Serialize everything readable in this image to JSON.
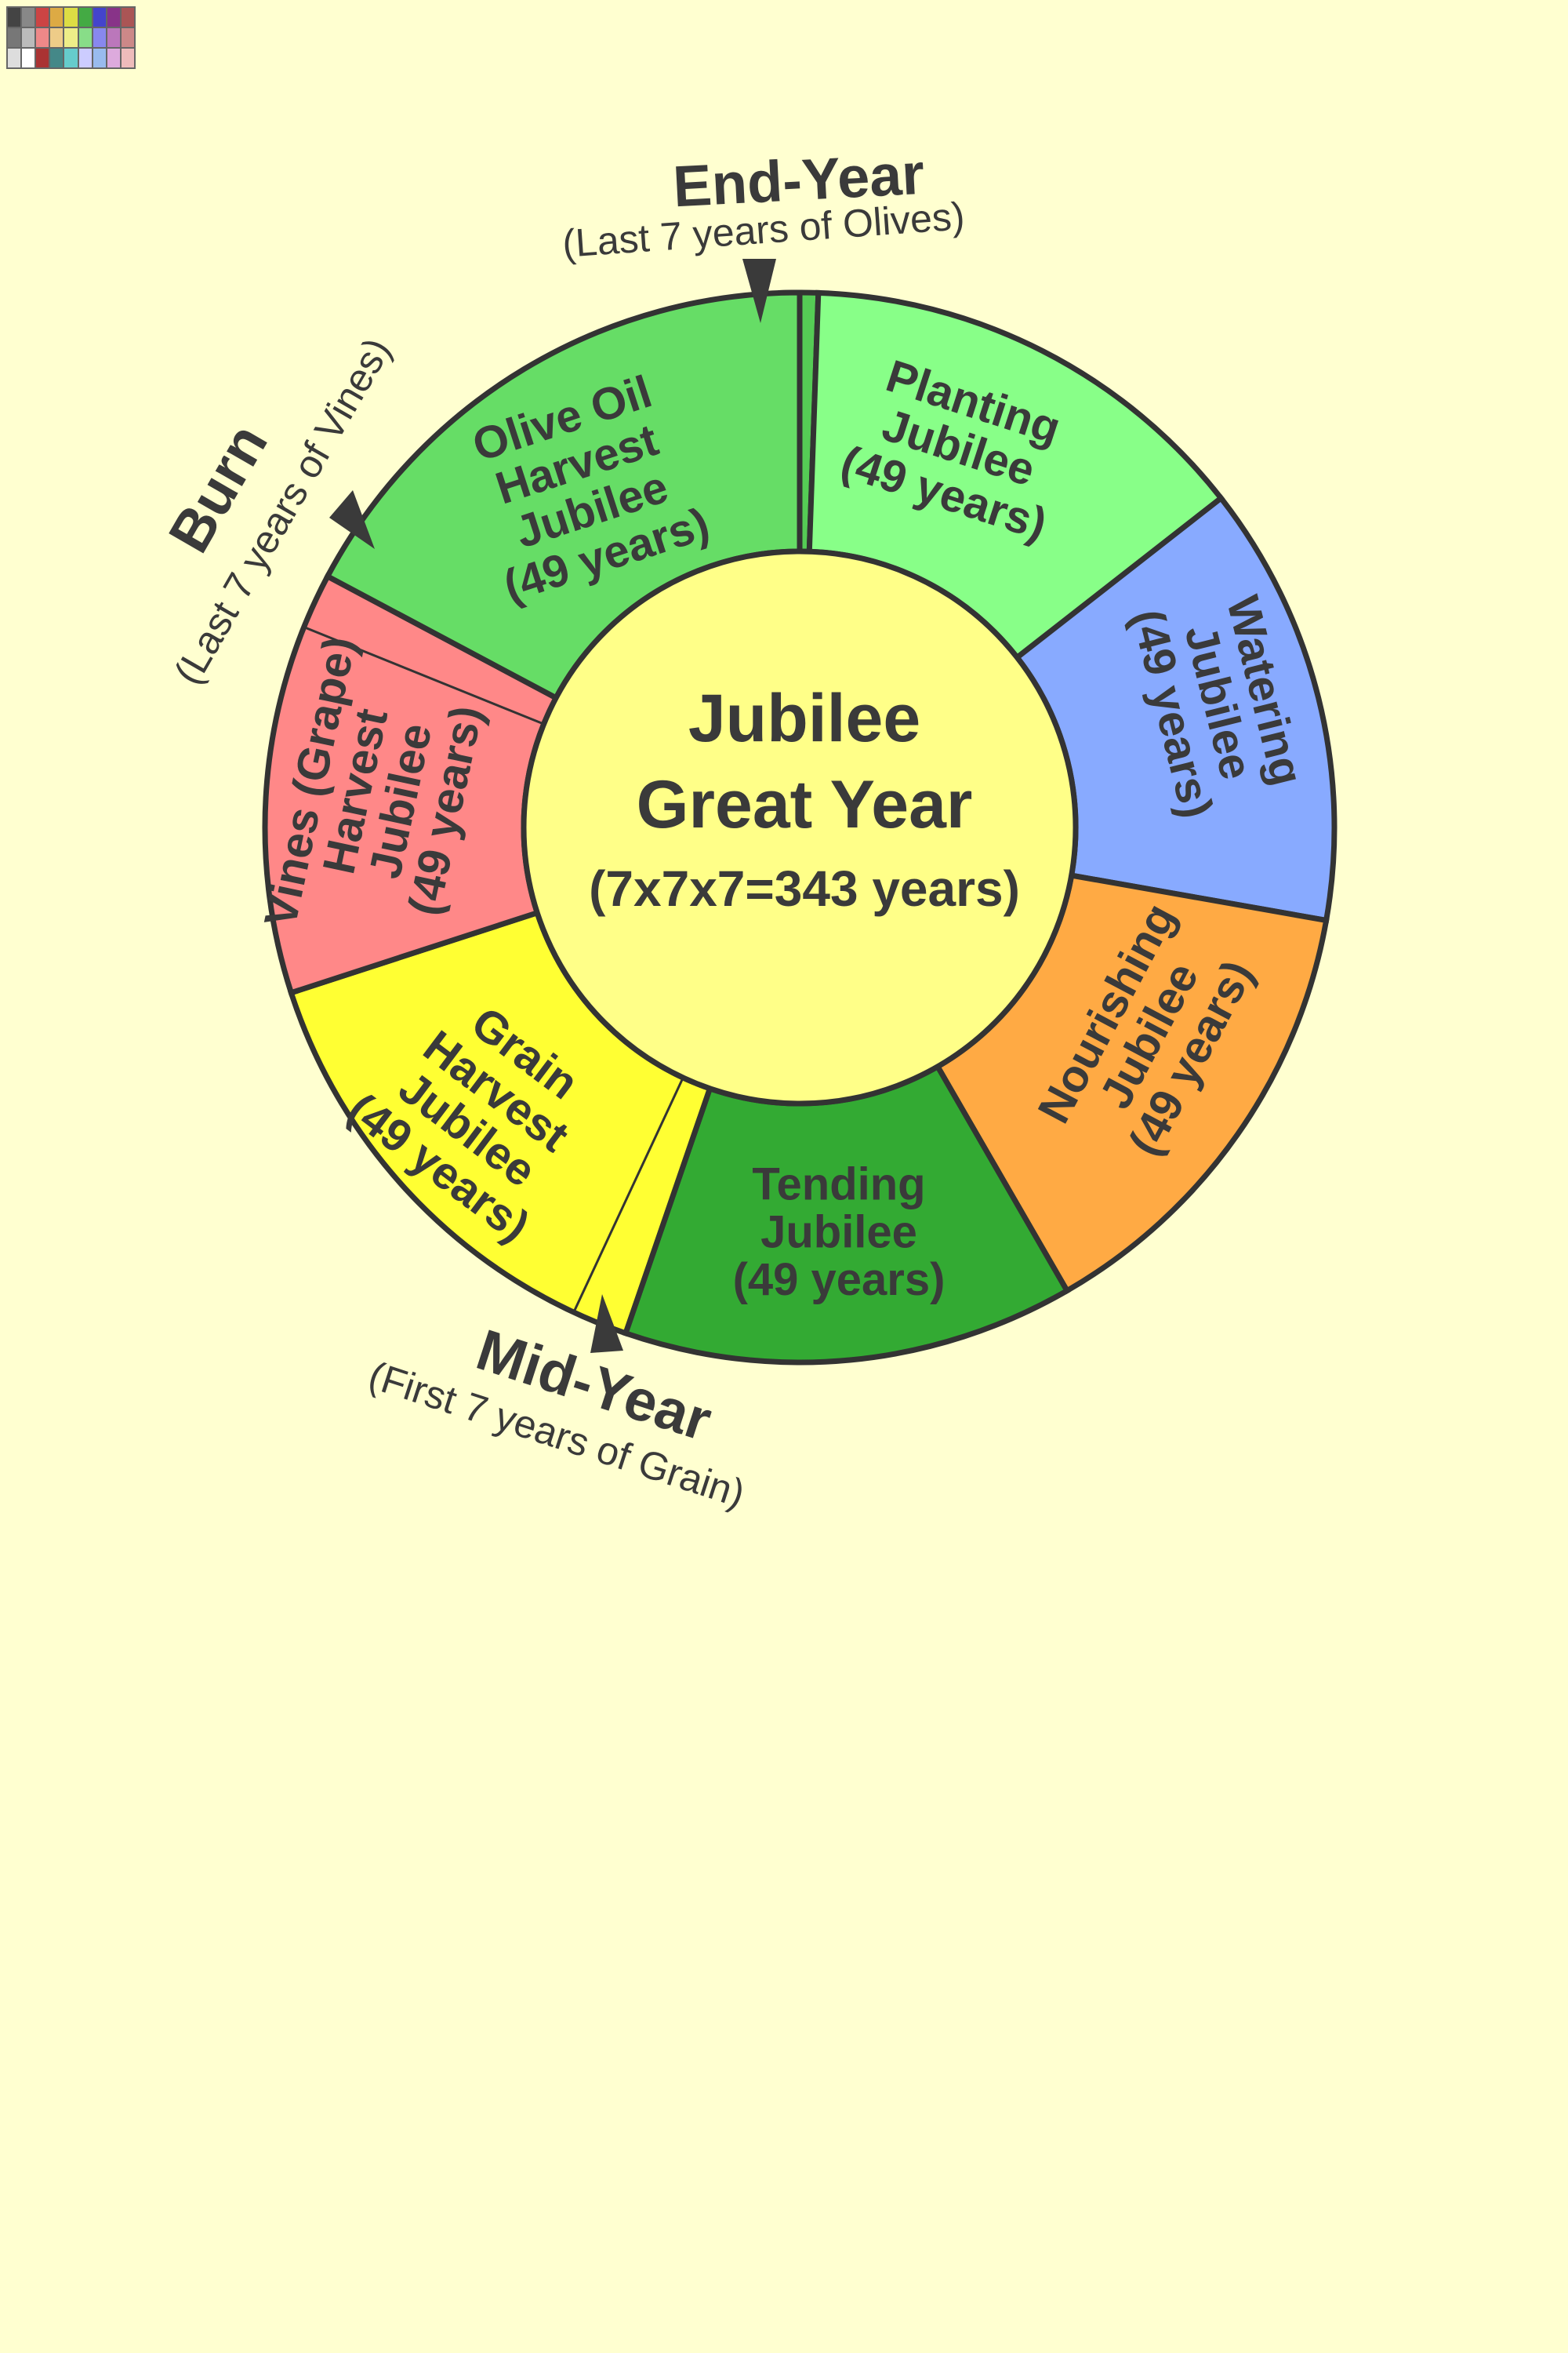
{
  "center": {
    "line1": "Jubilee",
    "line2": "Great Year",
    "line3": "(7x7x7=343 years)",
    "fill": "#ffff88"
  },
  "segments": [
    {
      "id": "planting",
      "lines": [
        "Planting",
        "Jubilee",
        "(49 years)"
      ],
      "fill": "#88ff88"
    },
    {
      "id": "watering",
      "lines": [
        "Watering",
        "Jubilee",
        "(49 years)"
      ],
      "fill": "#88aaff"
    },
    {
      "id": "nourishing",
      "lines": [
        "Nourishing",
        "Jubilee",
        "(49 years)"
      ],
      "fill": "#ffaa44"
    },
    {
      "id": "tending",
      "lines": [
        "Tending",
        "Jubilee",
        "(49 years)"
      ],
      "fill": "#33aa33"
    },
    {
      "id": "grain",
      "lines": [
        "Grain",
        "Harvest",
        "Jubilee",
        "(49 years)"
      ],
      "fill": "#ffff33"
    },
    {
      "id": "vines",
      "lines": [
        "Vines (Grape)",
        "Harvest",
        "Jubilee",
        "(49 years)"
      ],
      "fill": "#ff8888"
    },
    {
      "id": "olive",
      "lines": [
        "Olive Oil",
        "Harvest",
        "Jubilee",
        "(49 years)"
      ],
      "fill": "#66dd66"
    }
  ],
  "markers": {
    "end_year": {
      "title": "End-Year",
      "subtitle": "(Last 7 years of Olives)"
    },
    "burn": {
      "title": "Burn",
      "subtitle": "(Last 7 years of Vines)"
    },
    "mid_year": {
      "title": "Mid-Year",
      "subtitle": "(First 7 years of Grain)"
    }
  },
  "palette_colors": [
    "#444444",
    "#888888",
    "#cc4444",
    "#ddaa44",
    "#dddd44",
    "#44aa44",
    "#4444cc",
    "#883388",
    "#aa5555",
    "#777777",
    "#bbbbbb",
    "#ee8888",
    "#eecc88",
    "#eeee88",
    "#88dd88",
    "#8888ee",
    "#bb77bb",
    "#cc8888",
    "#dddddd",
    "#ffffff",
    "#aa3333",
    "#448888",
    "#66cccc",
    "#ccccff",
    "#99bbee",
    "#ddaadd",
    "#eebbbb"
  ]
}
